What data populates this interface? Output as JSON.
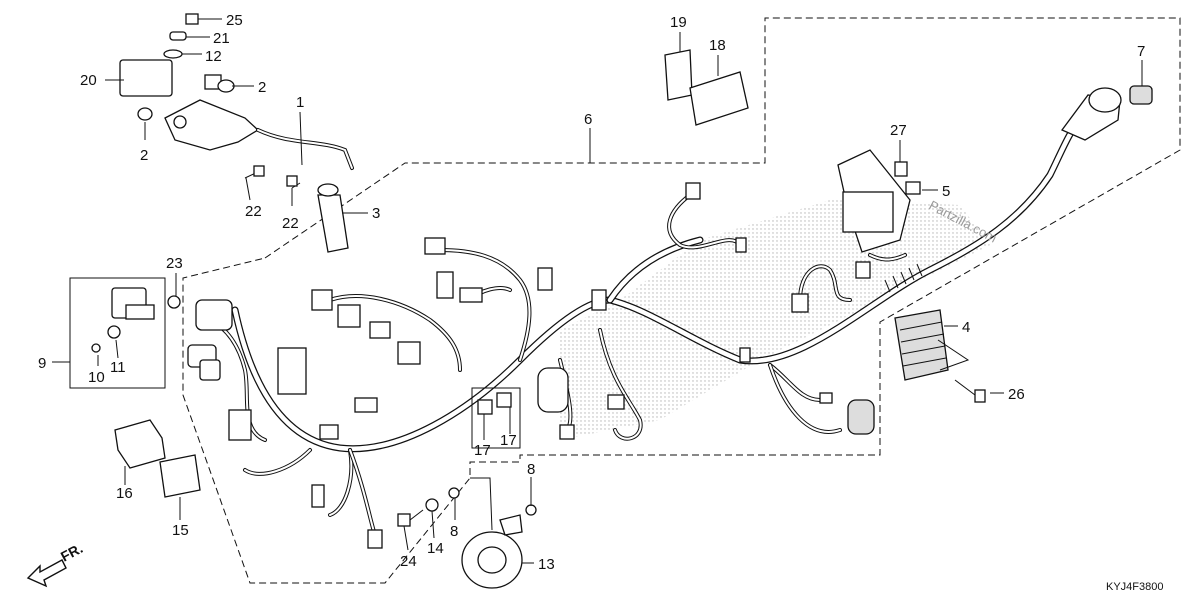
{
  "diagram": {
    "code": "KYJ4F3800",
    "watermark": "Partzilla.com",
    "front_label": "FR.",
    "callouts": [
      {
        "id": "c25",
        "text": "25"
      },
      {
        "id": "c21",
        "text": "21"
      },
      {
        "id": "c12",
        "text": "12"
      },
      {
        "id": "c20",
        "text": "20"
      },
      {
        "id": "c2a",
        "text": "2"
      },
      {
        "id": "c2b",
        "text": "2"
      },
      {
        "id": "c1",
        "text": "1"
      },
      {
        "id": "c22a",
        "text": "22"
      },
      {
        "id": "c22b",
        "text": "22"
      },
      {
        "id": "c3",
        "text": "3"
      },
      {
        "id": "c19",
        "text": "19"
      },
      {
        "id": "c18",
        "text": "18"
      },
      {
        "id": "c6",
        "text": "6"
      },
      {
        "id": "c7",
        "text": "7"
      },
      {
        "id": "c27",
        "text": "27"
      },
      {
        "id": "c5",
        "text": "5"
      },
      {
        "id": "c23",
        "text": "23"
      },
      {
        "id": "c9",
        "text": "9"
      },
      {
        "id": "c10",
        "text": "10"
      },
      {
        "id": "c11",
        "text": "11"
      },
      {
        "id": "c4",
        "text": "4"
      },
      {
        "id": "c26",
        "text": "26"
      },
      {
        "id": "c16",
        "text": "16"
      },
      {
        "id": "c15",
        "text": "15"
      },
      {
        "id": "c17a",
        "text": "17"
      },
      {
        "id": "c17b",
        "text": "17"
      },
      {
        "id": "c8a",
        "text": "8"
      },
      {
        "id": "c8b",
        "text": "8"
      },
      {
        "id": "c24",
        "text": "24"
      },
      {
        "id": "c14",
        "text": "14"
      },
      {
        "id": "c13",
        "text": "13"
      }
    ]
  }
}
